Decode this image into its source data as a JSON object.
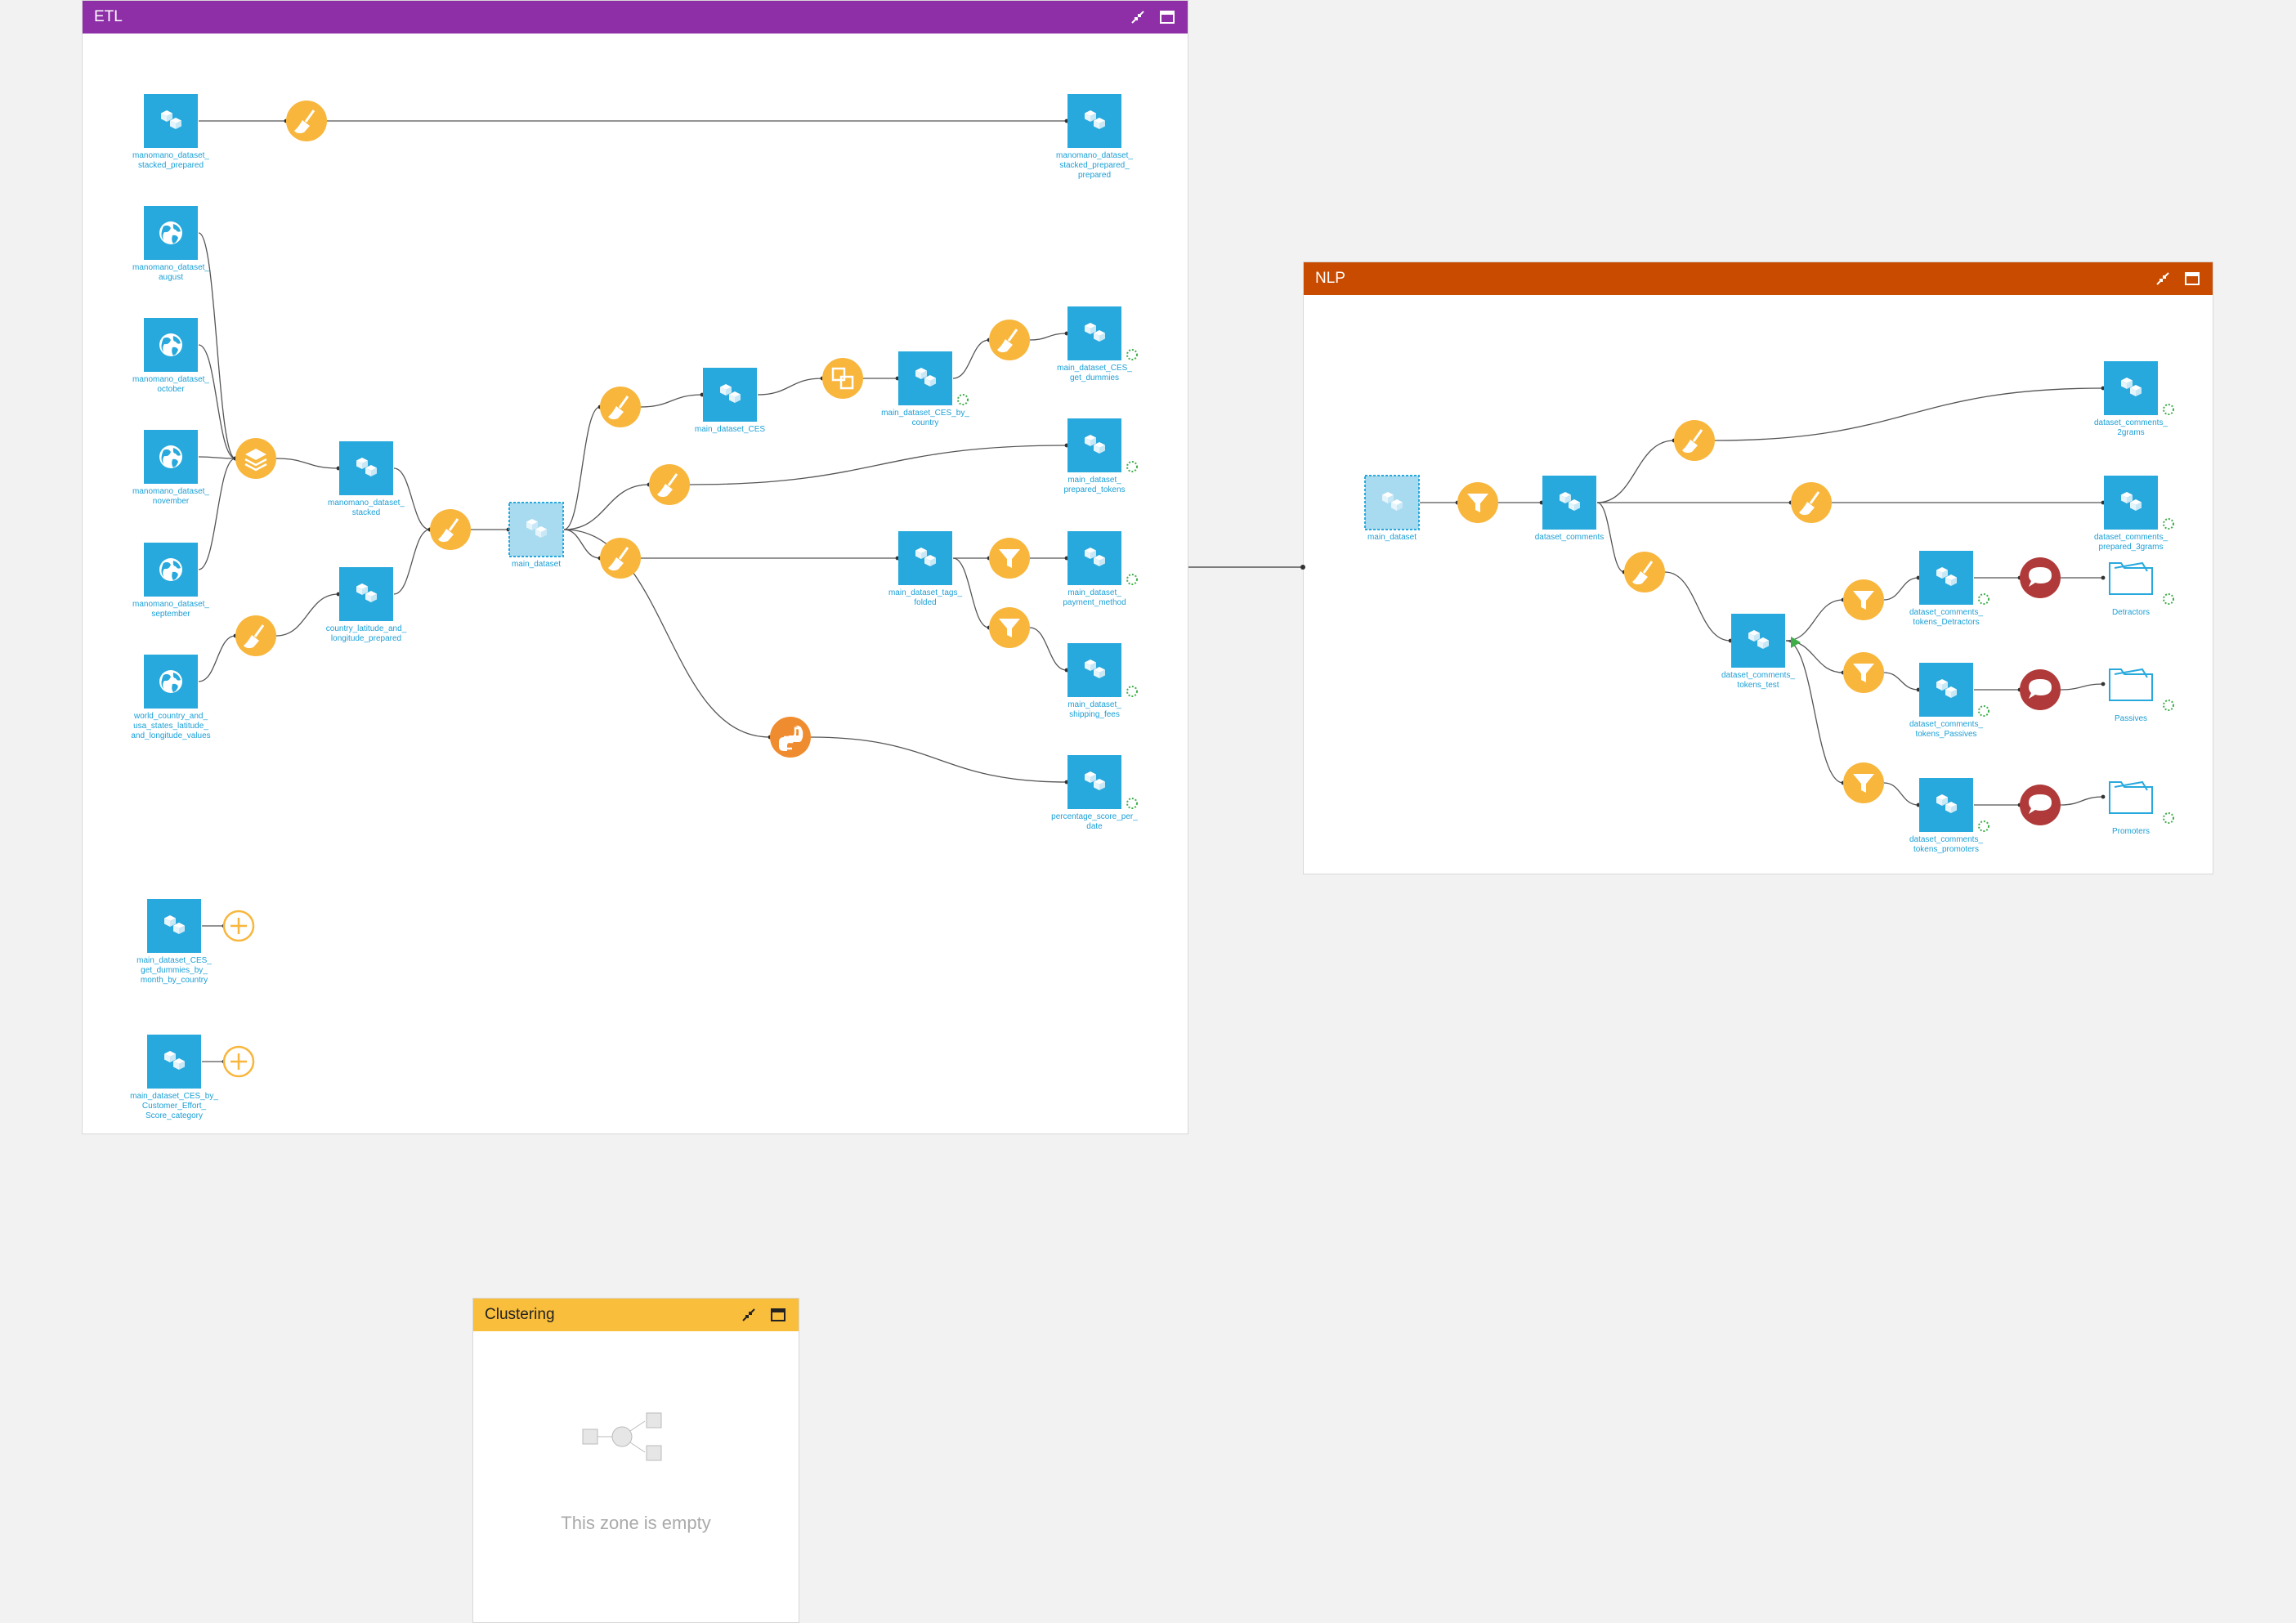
{
  "colors": {
    "etl_header": "#8e2fa8",
    "nlp_header": "#c84b00",
    "clustering_header": "#f9be3b",
    "dataset": "#28a9dd",
    "recipe": "#f8b63c",
    "python_recipe": "#f08c30",
    "nlp_recipe": "#b03a3a",
    "link": "#555555",
    "label": "#1a9fd6"
  },
  "zones": {
    "etl": {
      "title": "ETL",
      "nodes": {
        "stacked_prepared": [
          "manomano_dataset_",
          "stacked_prepared"
        ],
        "stacked_prepared_prepared": [
          "manomano_dataset_",
          "stacked_prepared_",
          "prepared"
        ],
        "august": [
          "manomano_dataset_",
          "august"
        ],
        "october": [
          "manomano_dataset_",
          "october"
        ],
        "november": [
          "manomano_dataset_",
          "november"
        ],
        "september": [
          "manomano_dataset_",
          "september"
        ],
        "world": [
          "world_country_and_",
          "usa_states_latitude_",
          "and_longitude_values"
        ],
        "stacked": [
          "manomano_dataset_",
          "stacked"
        ],
        "country_lat": [
          "country_latitude_and_",
          "longitude_prepared"
        ],
        "main_dataset": [
          "main_dataset"
        ],
        "main_dataset_ces": [
          "main_dataset_CES"
        ],
        "ces_by_country": [
          "main_dataset_CES_by_",
          "country"
        ],
        "ces_get_dummies": [
          "main_dataset_CES_",
          "get_dummies"
        ],
        "prepared_tokens": [
          "main_dataset_",
          "prepared_tokens"
        ],
        "tags_folded": [
          "main_dataset_tags_",
          "folded"
        ],
        "payment_method": [
          "main_dataset_",
          "payment_method"
        ],
        "shipping_fees": [
          "main_dataset_",
          "shipping_fees"
        ],
        "percentage_score": [
          "percentage_score_per_",
          "date"
        ],
        "dummies_by_month": [
          "main_dataset_CES_",
          "get_dummies_by_",
          "month_by_country"
        ],
        "ces_by_effort": [
          "main_dataset_CES_by_",
          "Customer_Effort_",
          "Score_category"
        ]
      }
    },
    "nlp": {
      "title": "NLP",
      "nodes": {
        "main_dataset": [
          "main_dataset"
        ],
        "dataset_comments": [
          "dataset_comments"
        ],
        "comments_2grams": [
          "dataset_comments_",
          "2grams"
        ],
        "comments_prepared_3grams": [
          "dataset_comments_",
          "prepared_3grams"
        ],
        "tokens_test": [
          "dataset_comments_",
          "tokens_test"
        ],
        "tokens_detractors": [
          "dataset_comments_",
          "tokens_Detractors"
        ],
        "tokens_passives": [
          "dataset_comments_",
          "tokens_Passives"
        ],
        "tokens_promoters": [
          "dataset_comments_",
          "tokens_promoters"
        ],
        "detractors": [
          "Detractors"
        ],
        "passives": [
          "Passives"
        ],
        "promoters": [
          "Promoters"
        ]
      }
    },
    "clustering": {
      "title": "Clustering",
      "empty_message": "This zone is empty"
    }
  }
}
